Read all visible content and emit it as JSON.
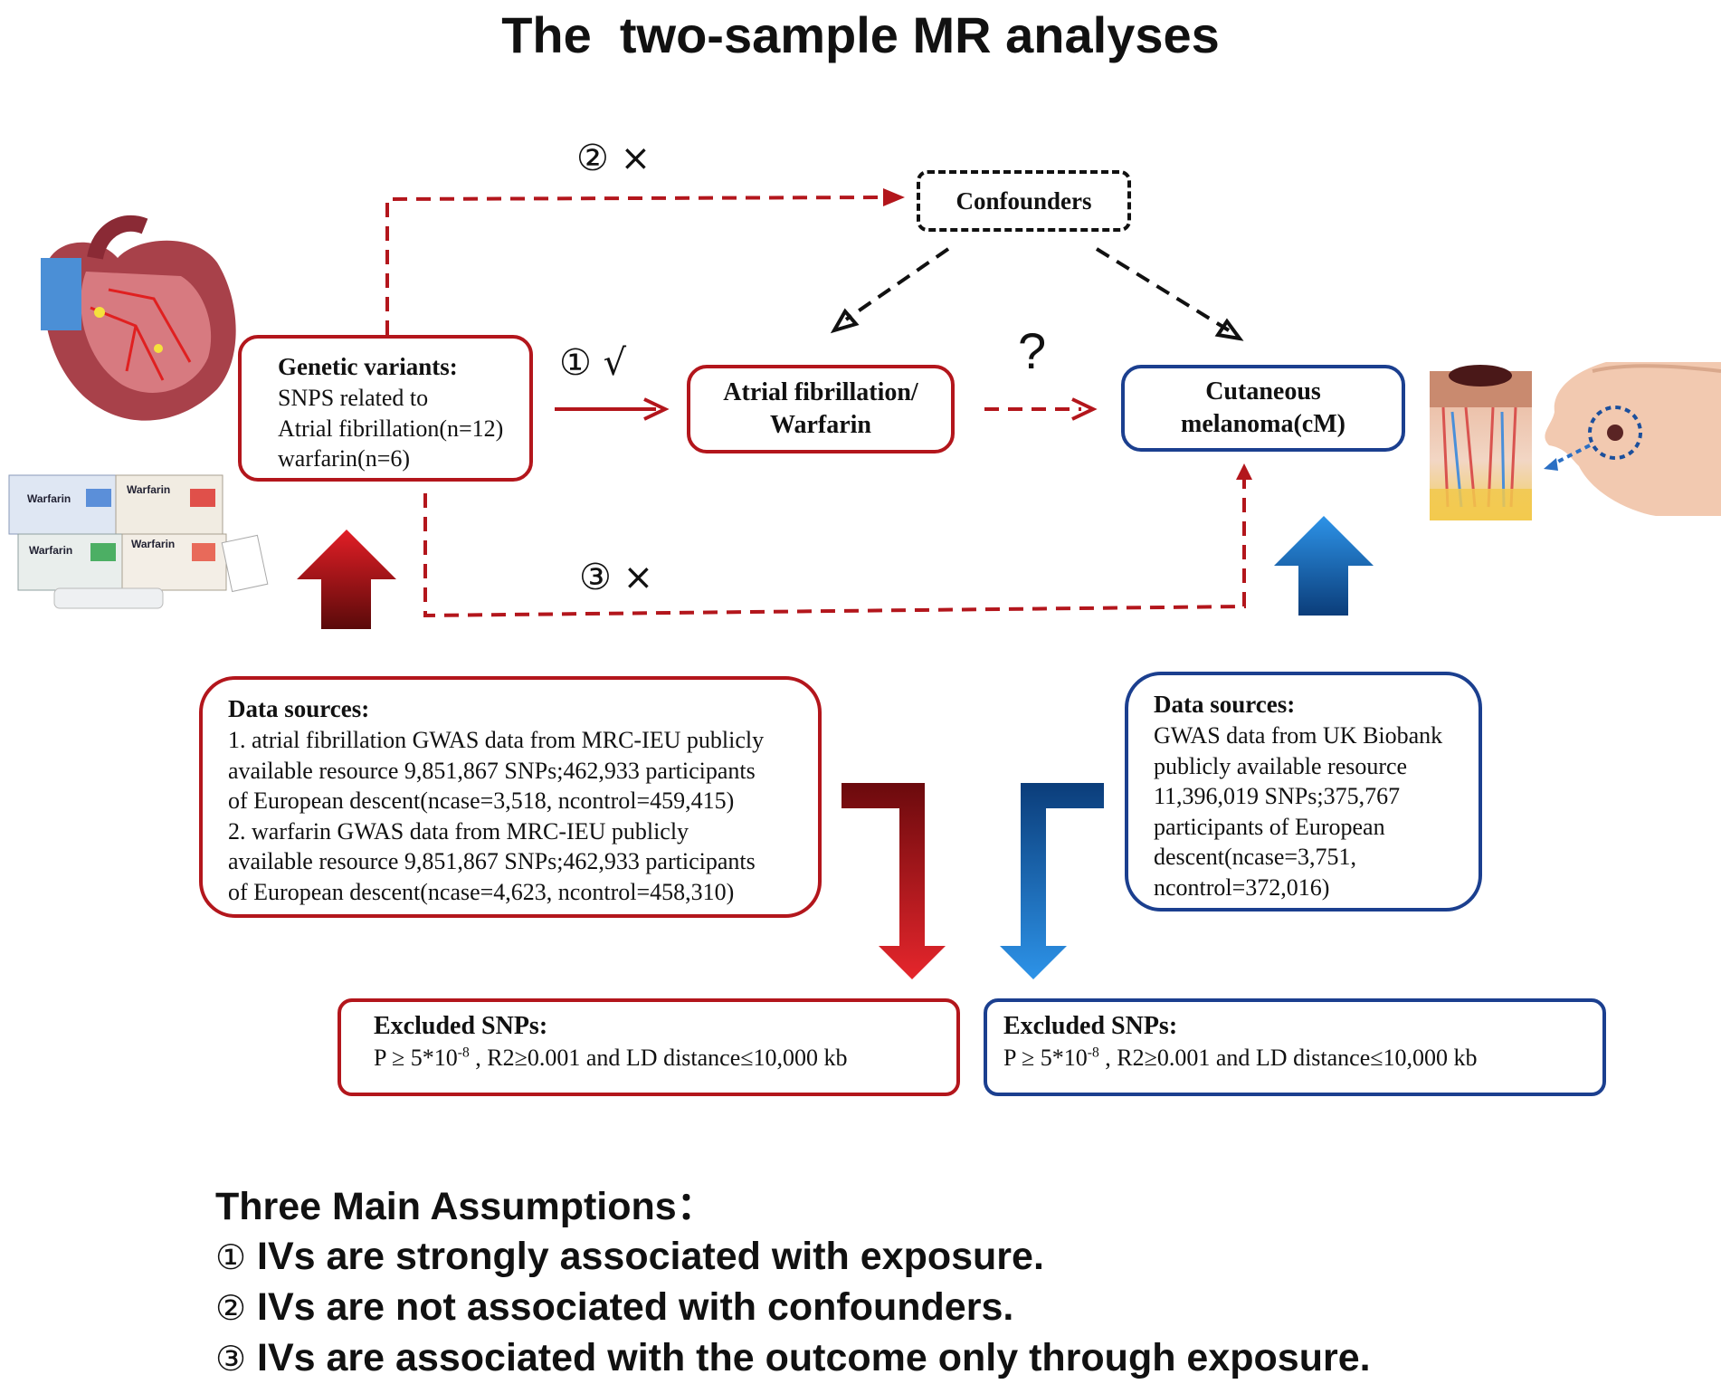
{
  "title": "The  two-sample MR analyses",
  "nodes": {
    "confounders": "Confounders",
    "genetic": {
      "heading": "Genetic variants:",
      "lines": [
        "SNPS related to",
        "Atrial fibrillation(n=12)",
        "warfarin(n=6)"
      ]
    },
    "exposure": {
      "line1": "Atrial fibrillation/",
      "line2": "Warfarin"
    },
    "outcome": {
      "line1": "Cutaneous",
      "line2": "melanoma(cM)"
    }
  },
  "path_labels": {
    "path2": "② ×",
    "path1": "① √",
    "path3": "③ ×",
    "question": "?"
  },
  "data_sources_left": {
    "heading": "Data sources:",
    "lines": [
      "1. atrial fibrillation GWAS data from MRC-IEU publicly",
      "available resource 9,851,867 SNPs;462,933 participants",
      "of European descent(ncase=3,518, ncontrol=459,415)",
      "2. warfarin GWAS data from MRC-IEU publicly",
      "available resource 9,851,867 SNPs;462,933 participants",
      "of European descent(ncase=4,623, ncontrol=458,310)"
    ]
  },
  "data_sources_right": {
    "heading": "Data sources:",
    "lines": [
      "GWAS data from UK Biobank",
      "publicly available resource",
      "11,396,019 SNPs;375,767",
      "participants of European",
      "descent(ncase=3,751,",
      "ncontrol=372,016)"
    ]
  },
  "excluded_left": {
    "heading": "Excluded SNPs:",
    "p_prefix": "P ≥ 5*10",
    "p_exp": "-8",
    "p_suffix": " , R2≥0.001 and LD distance≤10,000 kb"
  },
  "excluded_right": {
    "heading": "Excluded SNPs:",
    "p_prefix": "P ≥ 5*10",
    "p_exp": "-8",
    "p_suffix": " , R2≥0.001 and LD distance≤10,000 kb"
  },
  "assumptions": {
    "heading": "Three Main Assumptions：",
    "items": [
      {
        "num": "①",
        "text": " IVs are strongly associated with exposure."
      },
      {
        "num": "②",
        "text": " IVs are not associated with confounders."
      },
      {
        "num": "③",
        "text": " IVs are associated with the outcome only through exposure."
      }
    ]
  },
  "images": {
    "heart": "heart-illustration",
    "pills": "warfarin-packages-photo",
    "skin": "skin-cross-section-illustration",
    "face": "face-with-melanoma-illustration"
  },
  "colors": {
    "red": "#b3161c",
    "blue": "#1b3f8f",
    "arrow_red": "#c0141b",
    "arrow_blue": "#0f6fc6"
  }
}
